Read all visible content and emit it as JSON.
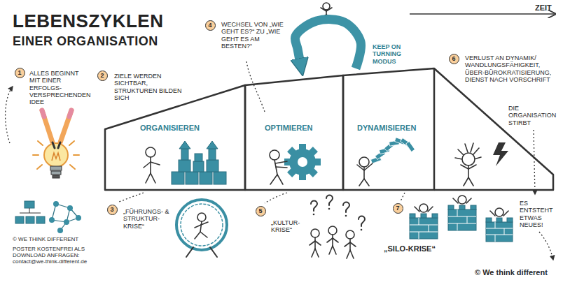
{
  "diagram": {
    "title": "LEBENSZYKLEN EINER ORGANISATION",
    "nodes": [
      {
        "text": [
          "ORGANISIEREN"
        ]
      },
      {
        "text": [
          "OPTIMIEREN"
        ]
      },
      {
        "text": [
          "DYNAMISIEREN"
        ]
      }
    ],
    "edges": [
      {
        "from": 2,
        "to": 1,
        "arrow": "to"
      }
    ],
    "labels": [
      "ZEIT",
      "1",
      "ALLES BEGINNT MIT EINER ERFOLGS-VERSPRECHENDEN IDEE",
      "2",
      "ZIELE WERDEN SICHTBAR, STRUKTUREN BILDEN SICH",
      "4",
      "WECHSEL VON „WIE GEHT ES?“ ZU „WIE GEHT ES AM BESTEN?“",
      "KEEP ON TURNING MODUS",
      "6",
      "VERLUST AN DYNAMIK/ WANDLUNGSFÄHIGKEIT, ÜBER-BÜROKRATISIERUNG, DIENST NACH VORSCHRIFT",
      "DIE ORGANISATION STIRBT",
      "3",
      "„FÜHRUNGS- & STRUKTUR-KRISE“",
      "5",
      "„KULTUR-KRISE“",
      "7",
      "„SILO-KRISE“",
      "ES ENTSTEHT ETWAS NEUES!",
      "© WE THINK DIFFERENT",
      "POSTER KOSTENFREI ALS DOWNLOAD ANFRAGEN: contact@we-think-different.de",
      "© We think different"
    ]
  }
}
